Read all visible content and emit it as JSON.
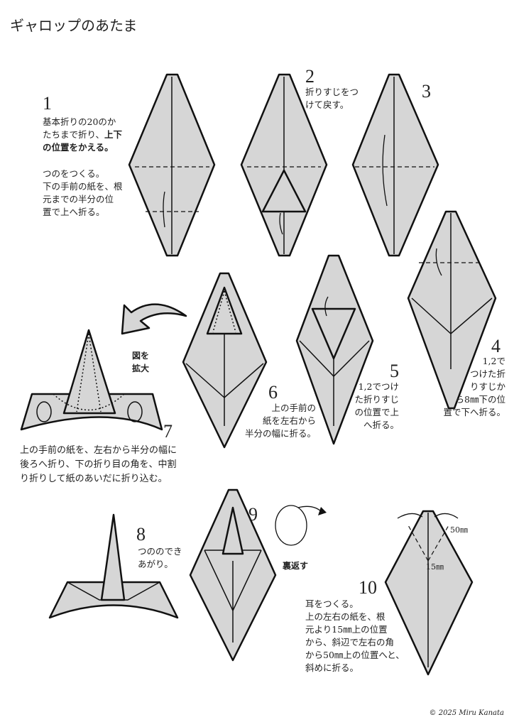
{
  "title": "ギャロップのあたま",
  "steps": [
    {
      "num": "1",
      "text_a": "基本折りの20のか\nたちまで折り、",
      "text_bold": "上下\nの位置をかえる。",
      "text_b": "つのをつくる。\n下の手前の紙を、根\n元までの半分の位\n置で上へ折る。"
    },
    {
      "num": "2",
      "text": "折りすじをつ\nけて戻す。"
    },
    {
      "num": "3",
      "text": ""
    },
    {
      "num": "4",
      "text": "1,2で\nつけた折\nりすじか\nら8㎜下の位\n置で下へ折る。"
    },
    {
      "num": "5",
      "text": "1,2でつけ\nた折りすじ\nの位置で上\nへ折る。"
    },
    {
      "num": "6",
      "text": "上の手前の\n紙を左右から\n半分の幅に折る。"
    },
    {
      "num": "7",
      "text": "上の手前の紙を、左右から半分の幅に\n後ろへ折り、下の折り目の角を、中割\nり折りして紙のあいだに折り込む。"
    },
    {
      "num": "8",
      "text": "つののでき\nあがり。"
    },
    {
      "num": "9",
      "text": ""
    },
    {
      "num": "10",
      "text": "耳をつくる。\n上の左右の紙を、根\n元より15㎜上の位置\nから、斜辺で左右の角\nから50㎜上の位置へと、\n斜めに折る。"
    }
  ],
  "enlarge_label": "図を\n拡大",
  "flip_label": "裏返す",
  "measure_50": "50㎜",
  "measure_15": "15㎜",
  "copyright": "© 2025 Miru Kanata",
  "colors": {
    "paper": "#d6d6d6",
    "line": "#111111"
  }
}
